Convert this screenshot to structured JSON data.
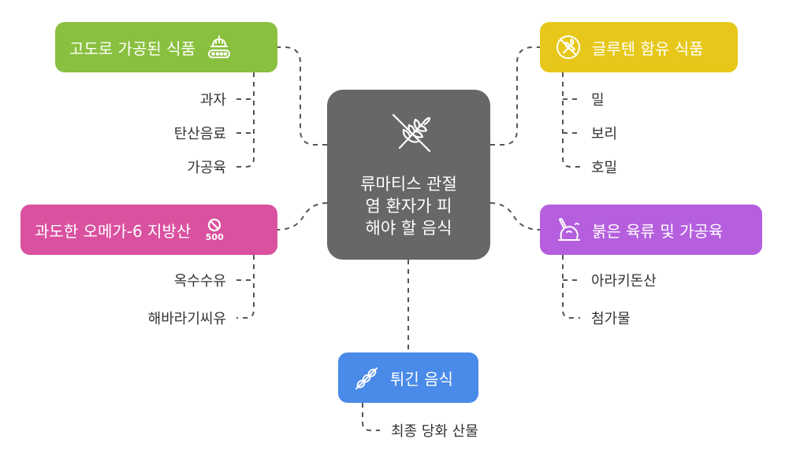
{
  "center": {
    "title": "류마티스 관절\n염 환자가 피\n해야 할 음식",
    "icon": "no-wheat-icon"
  },
  "categories": [
    {
      "label": "고도로 가공된 식품",
      "color": "#8ac03f",
      "icon": "conveyor-food-icon",
      "items": [
        "과자",
        "탄산음료",
        "가공육"
      ]
    },
    {
      "label": "글루텐 함유 식품",
      "color": "#e7c81a",
      "icon": "no-gluten-icon",
      "items": [
        "밀",
        "보리",
        "호밀"
      ]
    },
    {
      "label": "과도한 오메가-6 지방산",
      "color": "#d9519f",
      "icon": "no-500-icon",
      "icon_text": "500",
      "items": [
        "옥수수유",
        "해바라기씨유"
      ]
    },
    {
      "label": "붉은 육류 및 가공육",
      "color": "#b55fdf",
      "icon": "roast-meat-icon",
      "items": [
        "아라키돈산",
        "첨가물"
      ]
    },
    {
      "label": "튀긴 음식",
      "color": "#4a8ae8",
      "icon": "fried-food-icon",
      "items": [
        "최종 당화 산물"
      ]
    }
  ]
}
